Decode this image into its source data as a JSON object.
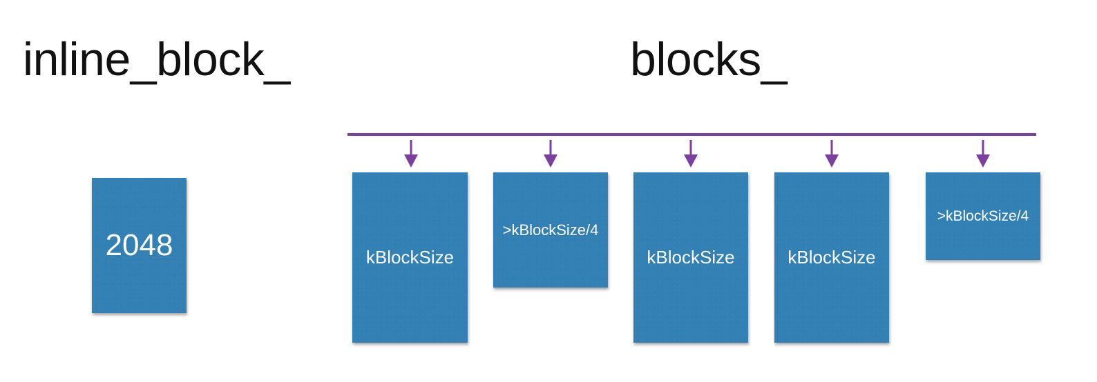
{
  "titles": {
    "inline_block": "inline_block_",
    "blocks": "blocks_"
  },
  "inline_block": {
    "value": "2048"
  },
  "blocks": [
    {
      "label": "kBlockSize"
    },
    {
      "label": ">kBlockSize/4"
    },
    {
      "label": "kBlockSize"
    },
    {
      "label": "kBlockSize"
    },
    {
      "label": ">kBlockSize/4"
    }
  ],
  "colors": {
    "block_fill": "#3380b4",
    "pointer": "#7b3f9e",
    "text": "#111111"
  }
}
